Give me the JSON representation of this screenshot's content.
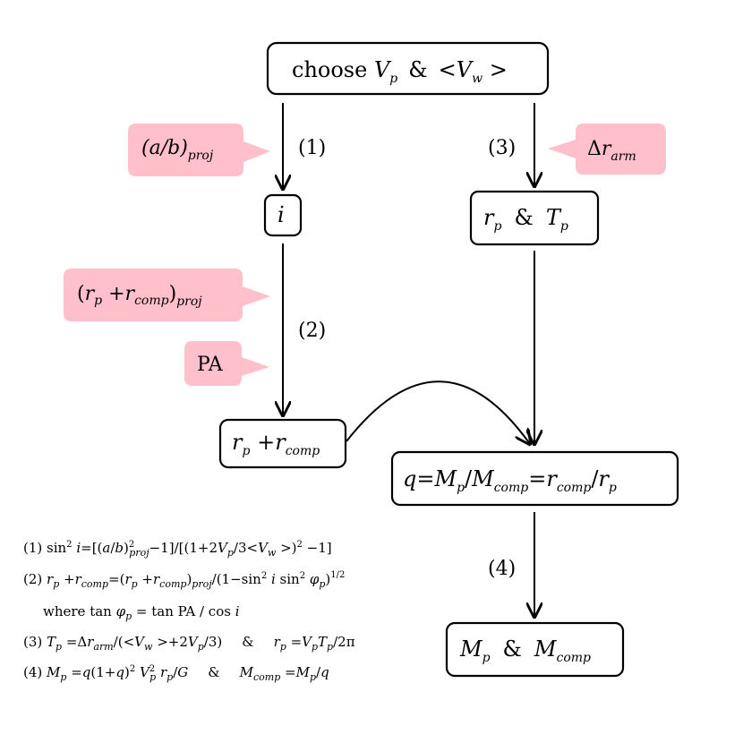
{
  "nodes": {
    "choose": "choose Vp & <Vw >",
    "i": "i",
    "rp_tp": "rp & Tp",
    "rp_rcomp": "rp +rcomp",
    "q": "q=Mp/Mcomp=rcomp/rp",
    "masses": "Mp & Mcomp"
  },
  "step_labels": [
    "(1)",
    "(2)",
    "(3)",
    "(4)"
  ],
  "callouts": {
    "ab_proj": "(a/b)proj",
    "r_proj": "(rp +rcomp)proj",
    "pa": "PA",
    "delta_r": "Δrarm"
  },
  "equations": [
    "(1) sin² i=[(a/b)²proj−1]/[(1+2Vp/3<Vw >)² −1]",
    "(2) rp +rcomp=(rp +rcomp)proj/(1−sin² i sin² φp)^1/2",
    "where tan φp = tan PA / cos i",
    "(3) Tp =Δrarm/(<Vw >+2Vp/3)  &  rp =VpTp/2π",
    "(4) Mp =q(1+q)² Vp² rp/G  &  Mcomp =Mp/q"
  ],
  "colors": {
    "callout_fill": "#ffc0cb",
    "stroke": "#000000"
  }
}
